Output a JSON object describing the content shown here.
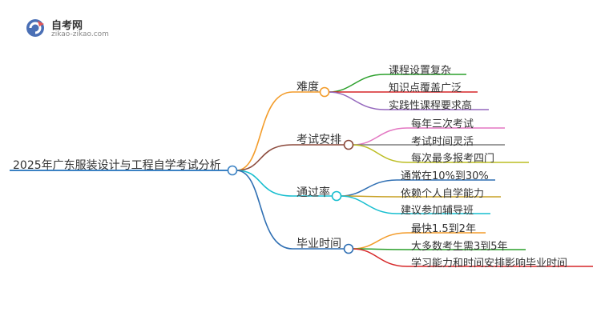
{
  "logo": {
    "title": "自考网",
    "url": "zikao-zikao.com"
  },
  "root": {
    "label": "2025年广东服装设计与工程自学考试分析",
    "color": "#3b82c4"
  },
  "branches": [
    {
      "label": "难度",
      "color": "#f39c2a",
      "children": [
        {
          "label": "课程设置复杂",
          "color": "#2ca02c"
        },
        {
          "label": "知识点覆盖广泛",
          "color": "#d62728"
        },
        {
          "label": "实践性课程要求高",
          "color": "#9467bd"
        }
      ]
    },
    {
      "label": "考试安排",
      "color": "#8c4a3c",
      "children": [
        {
          "label": "每年三次考试",
          "color": "#e377c2"
        },
        {
          "label": "考试时间灵活",
          "color": "#7f7f7f"
        },
        {
          "label": "每次最多报考四门",
          "color": "#bcbd22"
        }
      ]
    },
    {
      "label": "通过率",
      "color": "#17becf",
      "children": [
        {
          "label": "通常在10%到30%",
          "color": "#2f6fb3"
        },
        {
          "label": "依赖个人自学能力",
          "color": "#c9a227"
        },
        {
          "label": "建议参加辅导班",
          "color": "#17becf"
        }
      ]
    },
    {
      "label": "毕业时间",
      "color": "#2f6fb3",
      "children": [
        {
          "label": "最快1.5到2年",
          "color": "#f39c2a"
        },
        {
          "label": "大多数考生需3到5年",
          "color": "#2ca02c"
        },
        {
          "label": "学习能力和时间安排影响毕业时间",
          "color": "#d62728"
        }
      ]
    }
  ]
}
